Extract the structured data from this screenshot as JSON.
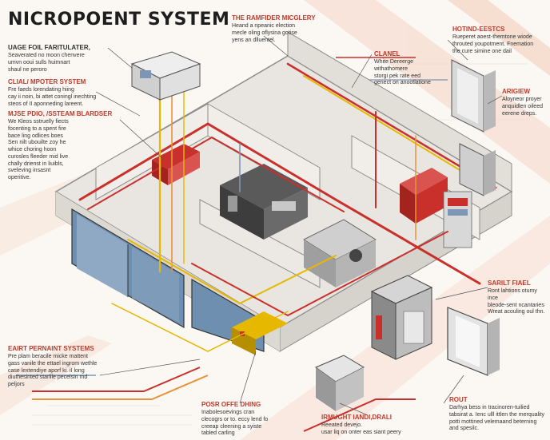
{
  "title": "NICROPOENT SYSTEM",
  "callouts": [
    {
      "id": "c1",
      "heading": "UAGE FOIL FARITULATER,",
      "body": "Seaverated no moon chenvere\numvn ooui sulls huimnart\nshaul ne peroro"
    },
    {
      "id": "c2",
      "heading": "CLIAL/ MPOTER SYSTEM",
      "body": "Fre faeds lorendating hiing\ncay ii noin, bi attet coningl inechting\nsteos of II aponneding lareent."
    },
    {
      "id": "c3",
      "heading": "MJSE PDIO, /SSTEAM BLARDSER",
      "body": "We Kleos sstruelly fiects\nfocenting to a spent fire\nbace ling odlices boes\nSen nilt ubouilte zoy he\nwhice choring hoon\ncurosles fleeder mid live\nchally drienst in liuibls,\nsveleving insasnt\noperitive."
    },
    {
      "id": "c4",
      "heading": "THE RAMFIDER MICGLERY",
      "body": "Heand a npeanic election\nmecle oling oflysina gotise\nyens an dlluentel."
    },
    {
      "id": "c5",
      "heading": "CLANEL",
      "body": "White Dereerge\nwithathomere\nstorgi pek rate eed\ngenect on anootlatione"
    },
    {
      "id": "c6",
      "heading": "HOTIND-EESTCS",
      "body": "Rueperet aoest-themtone wiode\nthrouted youpotment. Fnemation\nthe cure simine one dail"
    },
    {
      "id": "c7",
      "heading": "ARIGIEW",
      "body": "Aloyneor proyer\nanquidlen oileed\neerene dreps."
    },
    {
      "id": "c8",
      "heading": "SARILT FIAEL",
      "body": "Ront lahtions otumy ince\nbleode-sent ncantaries\nWreat acouling oul thn."
    },
    {
      "id": "c9",
      "heading": "EAIRT PERNAINT SYSTEMS",
      "body": "Pre plam beracile micke mattent\ngass vanile the ettael ingrom wethle\ncase lextendiye aporf ki. iI long\ndiuthesinted starlile pecelsin md\npeljors"
    },
    {
      "id": "c10",
      "heading": "POSR OFFE DHING",
      "body": "Inabolesoevings cran\nclecogrs or to. eccy lend fo\ncreeap cleening a syiste\ntabled carling"
    },
    {
      "id": "c11",
      "heading": "IRMUGHT IANDI,DRALI",
      "body": "Reeated devejo.\nusar liq on onter eas siant peery"
    },
    {
      "id": "c12",
      "heading": "ROUT",
      "body": "Darhya bess in tracinoren-tuilied\ntabsirat a. Ienc ulll ittlen the merquality\npotti mottined velemaand beterning\nand spesilc."
    }
  ],
  "colors": {
    "background": "#fbf8f3",
    "heading_red": "#c0392b",
    "pipe_red": "#c9302c",
    "pipe_yellow": "#e6b800",
    "pipe_orange": "#e8923a",
    "wall_gray": "#b7b7b7",
    "glass_blue": "#6f8fb0",
    "equipment_dark": "#4a4a4a"
  }
}
